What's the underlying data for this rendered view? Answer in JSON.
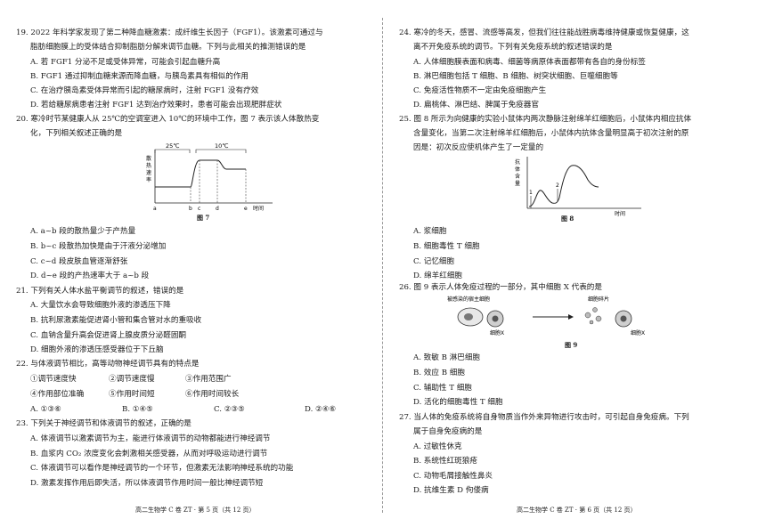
{
  "left_page": {
    "q19": {
      "stem": [
        "19. 2022 年科学家发现了第二种降血糖激素：成纤维生长因子（FGF1）。该激素可通过与",
        "脂肪细胞膜上的受体结合抑制脂肪分解来调节血糖。下列与此相关的推测错误的是"
      ],
      "options": [
        "A. 若 FGF1 分泌不足或受体异常，可能会引起血糖升高",
        "B. FGF1 通过抑制血糖来源而降血糖，与胰岛素具有相似的作用",
        "C. 在治疗胰岛素受体异常而引起的糖尿病时，注射 FGF1 没有疗效",
        "D. 若给糖尿病患者注射 FGF1 达到治疗效果时，患者可能会出现肥胖症状"
      ]
    },
    "q20": {
      "stem": [
        "20. 寒冷时节某健康人从 25℃的空调室进入 10℃的环境中工作，图 7 表示该人体散热变",
        "化，下列相关叙述正确的是"
      ],
      "figure": {
        "label_25": "25℃",
        "label_10": "10℃",
        "ylabel": [
          "散",
          "热",
          "速",
          "率"
        ],
        "xlabel": "时间",
        "points": [
          "a",
          "b",
          "c",
          "d",
          "e"
        ],
        "caption": "图 7"
      },
      "options": [
        "A. a~b 段的散热量少于产热量",
        "B. b~c 段散热加快是由于汗液分泌增加",
        "C. c~d 段皮肤血管逐渐舒张",
        "D. d~e 段的产热速率大于 a~b 段"
      ]
    },
    "q21": {
      "stem": [
        "21. 下列有关人体水盐平衡调节的叙述，错误的是"
      ],
      "options": [
        "A. 大量饮水会导致细胞外液的渗透压下降",
        "B. 抗利尿激素能促进肾小管和集合管对水的重吸收",
        "C. 血钠含量升高会促进肾上腺皮质分泌醛固酮",
        "D. 细胞外液的渗透压感受器位于下丘脑"
      ]
    },
    "q22": {
      "stem": [
        "22. 与体液调节相比，高等动物神经调节具有的特点是"
      ],
      "items_row1": [
        "①调节速度快",
        "②调节速度慢",
        "③作用范围广"
      ],
      "items_row2": [
        "④作用部位准确",
        "⑤作用时间短",
        "⑥作用时间较长"
      ],
      "options": [
        "A. ①③⑥",
        "B. ①④⑤",
        "C. ②③⑤",
        "D. ②④⑥"
      ]
    },
    "q23": {
      "stem": [
        "23. 下列关于神经调节和体液调节的叙述，正确的是"
      ],
      "options": [
        "A. 体液调节以激素调节为主，能进行体液调节的动物都能进行神经调节",
        "B. 血浆内 CO₂ 浓度变化会刺激相关感受器，从而对呼吸运动进行调节",
        "C. 体液调节可以看作是神经调节的一个环节，但激素无法影响神经系统的功能",
        "D. 激素发挥作用后即失活，所以体液调节作用时间一般比神经调节短"
      ]
    },
    "footer": "高二生物学 C 卷 ZT · 第 5 页（共 12 页）"
  },
  "right_page": {
    "q24": {
      "stem": [
        "24. 寒冷的冬天，感冒、流感等高发，但我们往往能战胜病毒维持健康或恢复健康，这",
        "离不开免疫系统的调节。下列有关免疫系统的叙述错误的是"
      ],
      "options": [
        "A. 人体细胞膜表面和病毒、细菌等病原体表面都带有各自的身份标签",
        "B. 淋巴细胞包括 T 细胞、B 细胞、树突状细胞、巨噬细胞等",
        "C. 免疫活性物质不一定由免疫细胞产生",
        "D. 扁桃体、淋巴结、脾属于免疫器官"
      ]
    },
    "q25": {
      "stem": [
        "25. 图 8 所示为向健康的实验小鼠体内两次静脉注射绵羊红细胞后，小鼠体内相应抗体",
        "含量变化，当第二次注射绵羊红细胞后，小鼠体内抗体含量明显高于初次注射的原",
        "因是：初次反应使机体产生了一定量的"
      ],
      "figure": {
        "ylabel": [
          "抗",
          "体",
          "含",
          "量"
        ],
        "xlabel": "时间",
        "mark1": "1",
        "mark2": "2",
        "caption": "图 8"
      },
      "options": [
        "A. 浆细胞",
        "B. 细胞毒性 T 细胞",
        "C. 记忆细胞",
        "D. 绵羊红细胞"
      ]
    },
    "q26": {
      "stem": [
        "26. 图 9 表示人体免疫过程的一部分，其中细胞 X 代表的是"
      ],
      "figure": {
        "infected_label": "被感染的宿主细胞",
        "fragments_label": "细胞碎片",
        "cell_x": "细胞X",
        "cell_x2": "细胞X",
        "caption": "图 9"
      },
      "options": [
        "A. 致敏 B 淋巴细胞",
        "B. 效应 B 细胞",
        "C. 辅助性 T 细胞",
        "D. 活化的细胞毒性 T 细胞"
      ]
    },
    "q27": {
      "stem": [
        "27. 当人体的免疫系统将自身物质当作外来异物进行攻击时，可引起自身免疫病。下列",
        "属于自身免疫病的是"
      ],
      "options": [
        "A. 过敏性休克",
        "B. 系统性红斑狼疮",
        "C. 动物毛屑接触性鼻炎",
        "D. 抗维生素 D 佝偻病"
      ]
    },
    "footer": "高二生物学 C 卷 ZT · 第 6 页（共 12 页）"
  }
}
